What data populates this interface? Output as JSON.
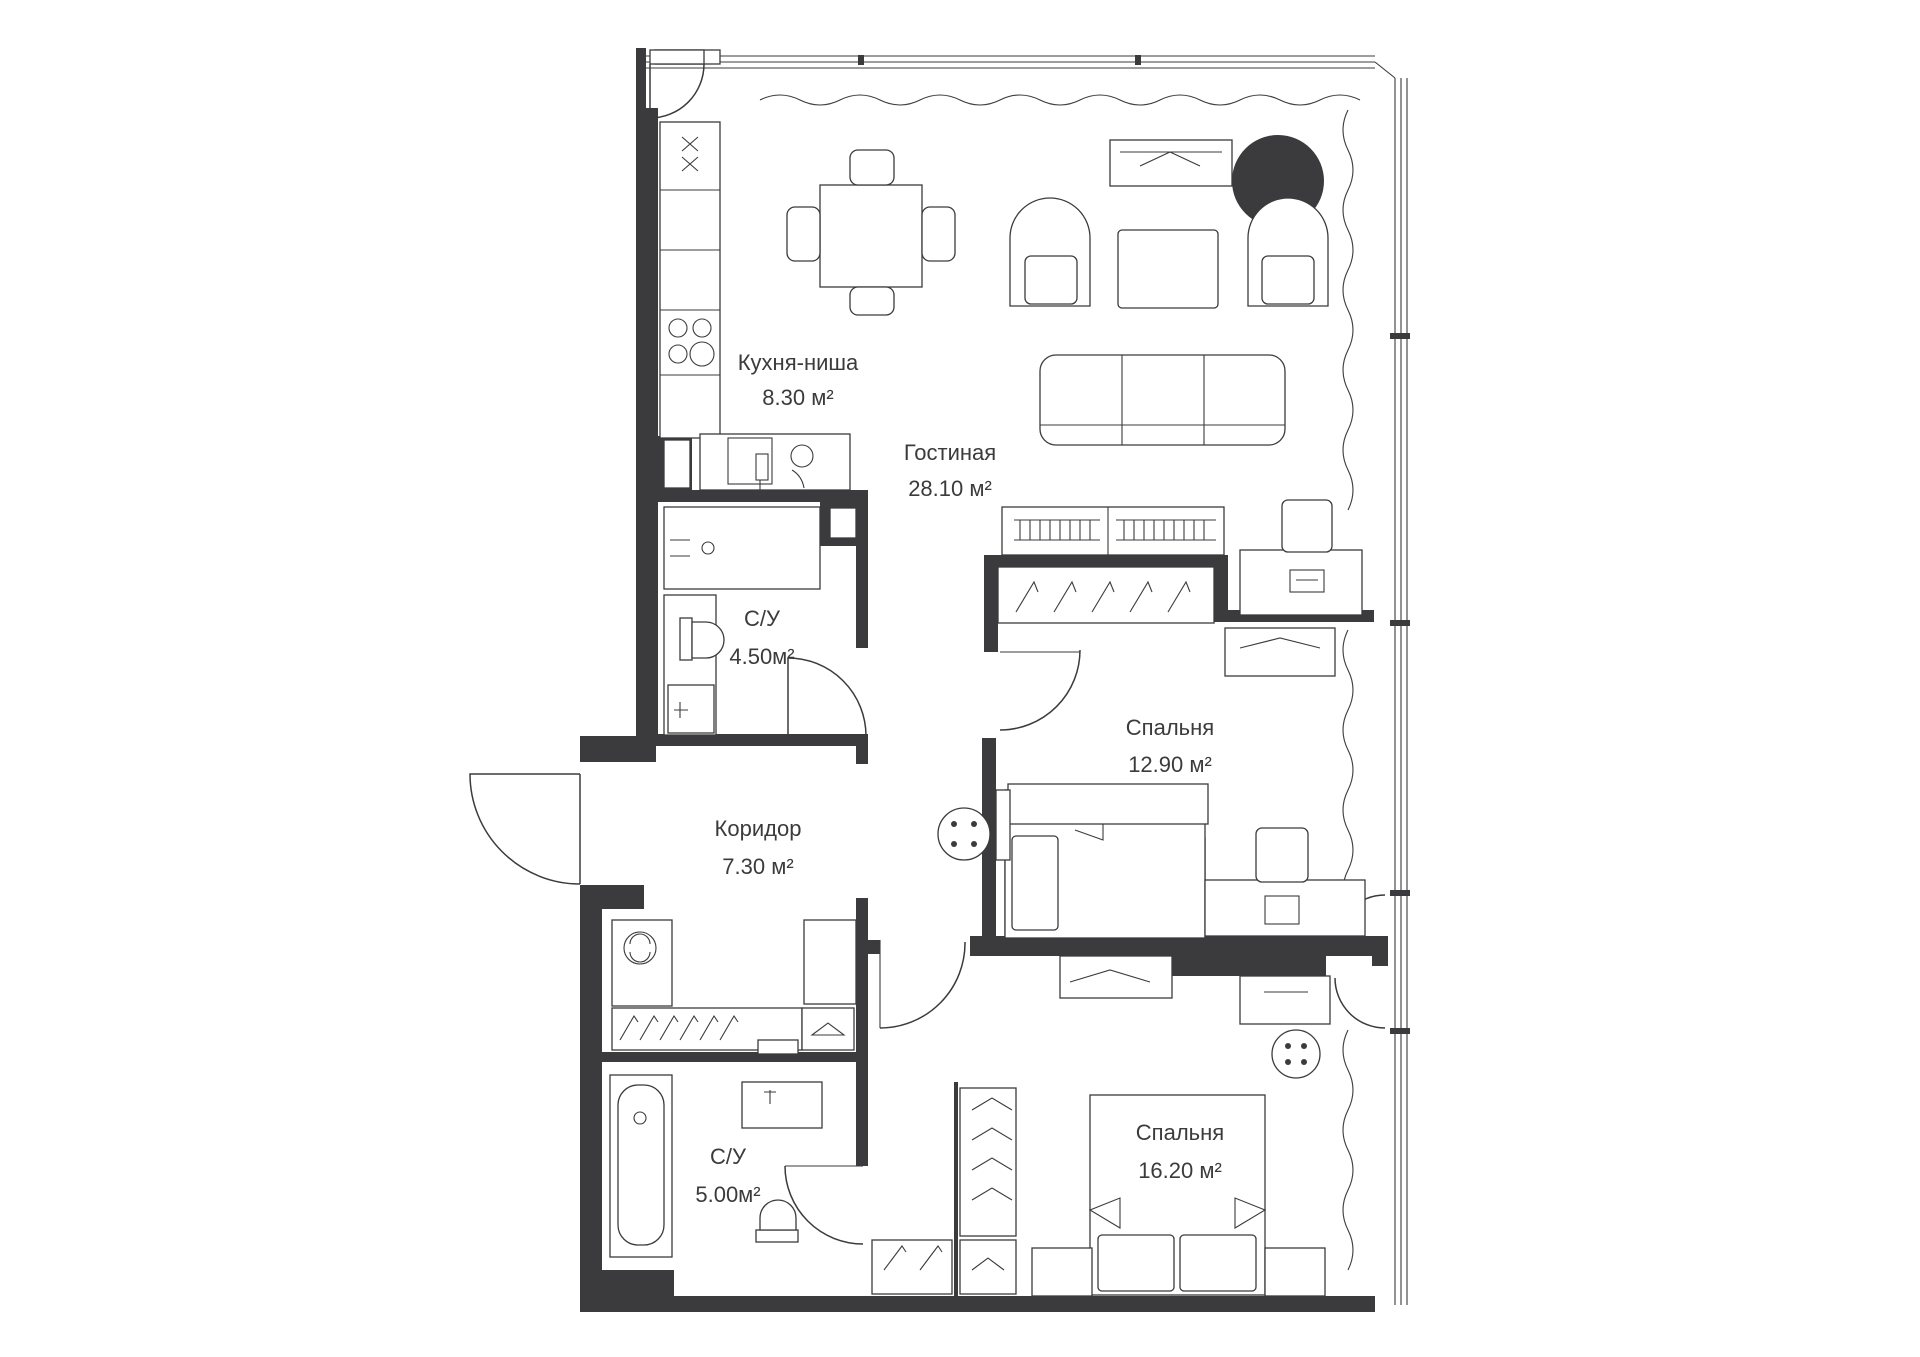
{
  "colors": {
    "wall": "#3b3b3d",
    "background": "#ffffff"
  },
  "rooms": [
    {
      "id": "kitchen",
      "name": "Кухня-ниша",
      "area": "8.30 м²"
    },
    {
      "id": "living",
      "name": "Гостиная",
      "area": "28.10 м²"
    },
    {
      "id": "bath1",
      "name": "С/У",
      "area": "4.50м²"
    },
    {
      "id": "bedroom1",
      "name": "Спальня",
      "area": "12.90 м²"
    },
    {
      "id": "corridor",
      "name": "Коридор",
      "area": "7.30 м²"
    },
    {
      "id": "bath2",
      "name": "С/У",
      "area": "5.00м²"
    },
    {
      "id": "bedroom2",
      "name": "Спальня",
      "area": "16.20 м²"
    }
  ]
}
